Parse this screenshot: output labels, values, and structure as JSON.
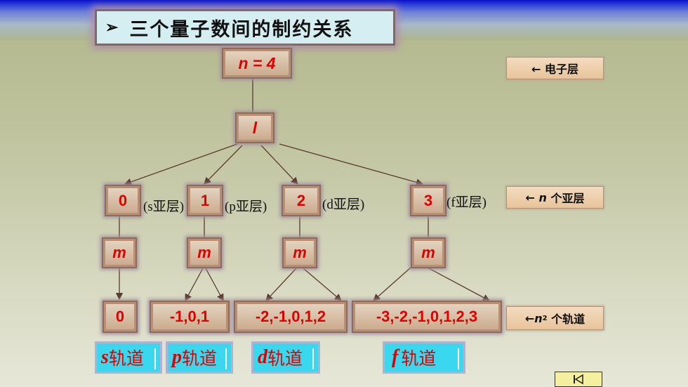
{
  "title": "三个量子数间的制约关系",
  "title_marker": "➢",
  "n_box": "n = 4",
  "l_box": "l",
  "l_values": [
    "0",
    "1",
    "2",
    "3"
  ],
  "subshell_notes": [
    "(s亚层)",
    "(p亚层)",
    "(d亚层)",
    "(f亚层)"
  ],
  "m_boxes": [
    "m",
    "m",
    "m",
    "m"
  ],
  "m_values": [
    "0",
    "-1,0,1",
    "-2,-1,0,1,2",
    "-3,-2,-1,0,1,2,3"
  ],
  "right_labels": {
    "shell": "← 电子层",
    "subshell_prefix": "← ",
    "subshell_n": "n",
    "subshell_text": " 个亚层",
    "orbital_prefix": "←",
    "orbital_n": "n",
    "orbital_sup": "2",
    "orbital_text": " 个轨道"
  },
  "orbitals": [
    {
      "letter": "s",
      "text": "轨道"
    },
    {
      "letter": "p",
      "text": "轨道"
    },
    {
      "letter": "d",
      "text": "轨道"
    },
    {
      "letter": "f",
      "text": "轨道"
    }
  ],
  "nav_icon": "first-slide-icon",
  "colors": {
    "value_red": "#e00000",
    "orbital_cyan": "#3ad8ee",
    "title_bg": "#d5eef2"
  }
}
